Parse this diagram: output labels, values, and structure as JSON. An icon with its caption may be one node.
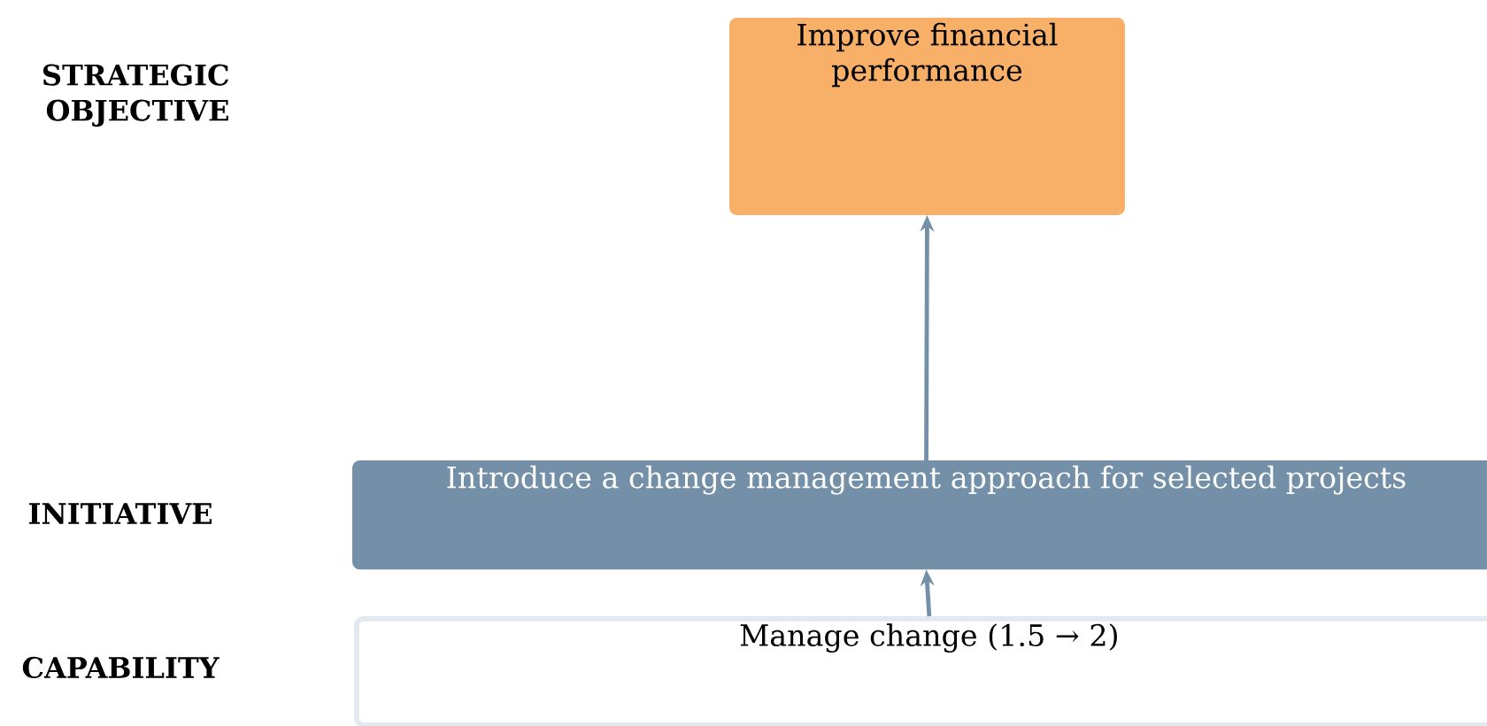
{
  "diagram": {
    "nodes": [
      {
        "text": [
          "Improve financial performance"
        ]
      },
      {
        "text": [
          "Introduce a change management approach for selected projects"
        ]
      },
      {
        "text": [
          "Manage change (1.5 → 2)"
        ]
      }
    ],
    "edges": [
      {
        "from": 1,
        "to": 0,
        "arrow": "to"
      },
      {
        "from": 2,
        "to": 1,
        "arrow": "to"
      }
    ],
    "labels": [
      "STRATEGIC OBJECTIVE",
      "INITIATIVE",
      "CAPABILITY"
    ]
  }
}
